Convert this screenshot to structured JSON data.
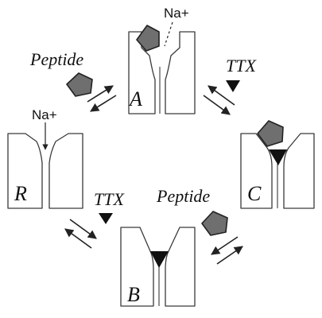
{
  "labels": {
    "na_top": "Na+",
    "na_left": "Na+",
    "peptide_top": "Peptide",
    "peptide_right": "Peptide",
    "ttx_top": "TTX",
    "ttx_left": "TTX"
  },
  "states": {
    "a": "A",
    "b": "B",
    "c": "C",
    "r": "R"
  },
  "colors": {
    "peptide_fill": "#6f6f6f",
    "ttx_fill": "#111111",
    "outline": "#3a3a3a"
  },
  "icons": [
    "peptide-pentagon-icon",
    "ttx-triangle-icon",
    "na-ion-arrow-icon"
  ]
}
